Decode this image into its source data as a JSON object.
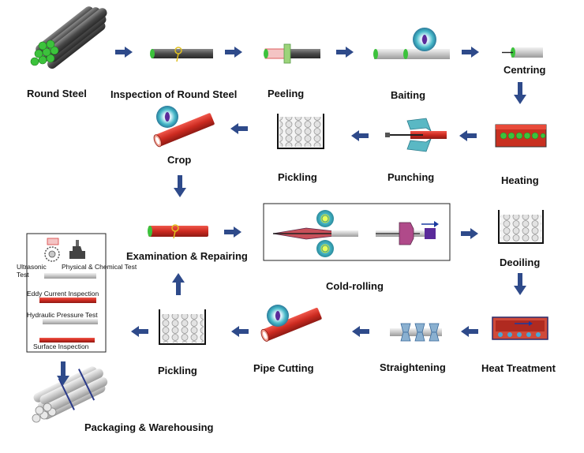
{
  "steps": {
    "round_steel": "Round Steel",
    "inspection": "Inspection of Round Steel",
    "peeling": "Peeling",
    "baiting": "Baiting",
    "centring": "Centring",
    "heating": "Heating",
    "punching": "Punching",
    "pickling_top": "Pickling",
    "crop": "Crop",
    "examination": "Examination & Repairing",
    "cold_rolling": "Cold-rolling",
    "deoiling": "Deoiling",
    "heat_treatment": "Heat Treatment",
    "straightening": "Straightening",
    "pipe_cutting": "Pipe Cutting",
    "pickling_bottom": "Pickling",
    "packaging": "Packaging & Warehousing"
  },
  "tests": {
    "ultrasonic": "Ultrasonic Test",
    "physical_chemical": "Physical & Chemical Test",
    "eddy_current": "Eddy Current Inspection",
    "hydraulic": "Hydraulic Pressure Test",
    "surface": "Surface Inspection"
  },
  "colors": {
    "arrow": "#2e4a8a",
    "steel_dark": "#555555",
    "steel_green": "#3cc23c",
    "pipe_red": "#d8342a",
    "roller_cyan": "#46b8c8",
    "pipe_gray": "#c8c8c8"
  }
}
